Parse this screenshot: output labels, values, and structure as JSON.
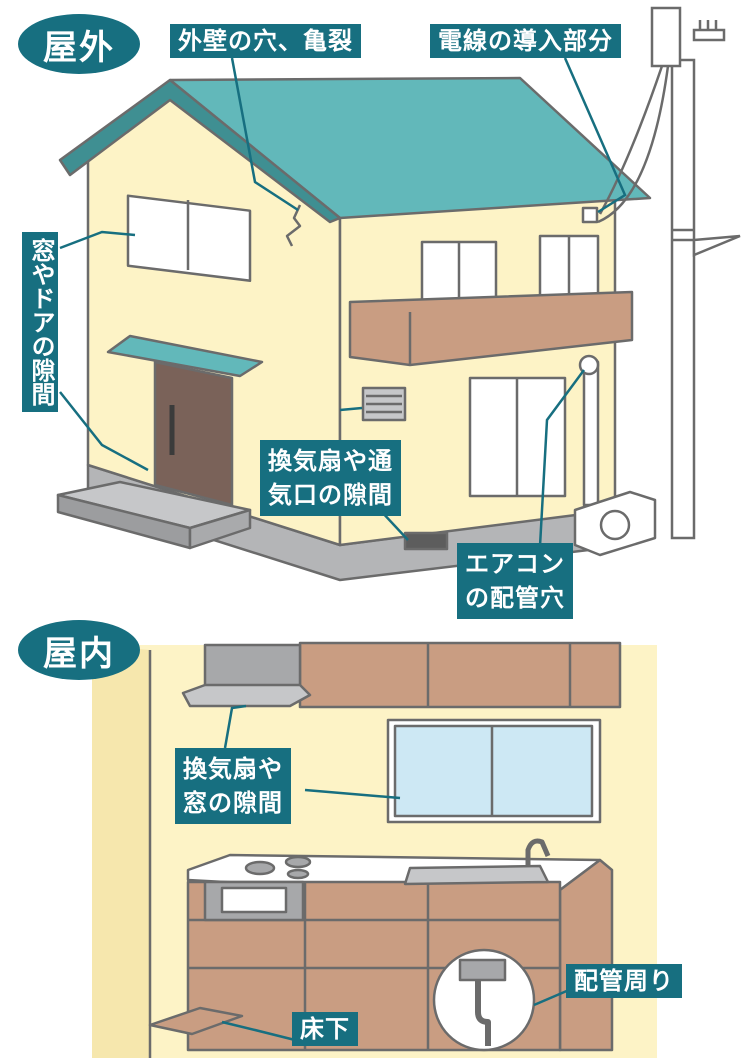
{
  "sections": {
    "outdoor": "屋外",
    "indoor": "屋内"
  },
  "labels": {
    "wall_cracks": "外壁の穴、亀裂",
    "wire_entry": "電線の導入部分",
    "window_door_gap": "窓やドアの隙間",
    "vent_gap_line1": "換気扇や通",
    "vent_gap_line2": "気口の隙間",
    "aircon_pipe_line1": "エアコン",
    "aircon_pipe_line2": "の配管穴",
    "fan_window_line1": "換気扇や",
    "fan_window_line2": "窓の隙間",
    "under_floor": "床下",
    "around_pipes": "配管周り"
  },
  "colors": {
    "label_bg": "#176f80",
    "roof": "#62b8ba",
    "wall": "#fdf3c6",
    "balcony": "#c99d82",
    "door": "#7a6259",
    "base": "#b4b5b7",
    "cabinet": "#c99d82",
    "kitchen_wall": "#fdf3c6"
  }
}
